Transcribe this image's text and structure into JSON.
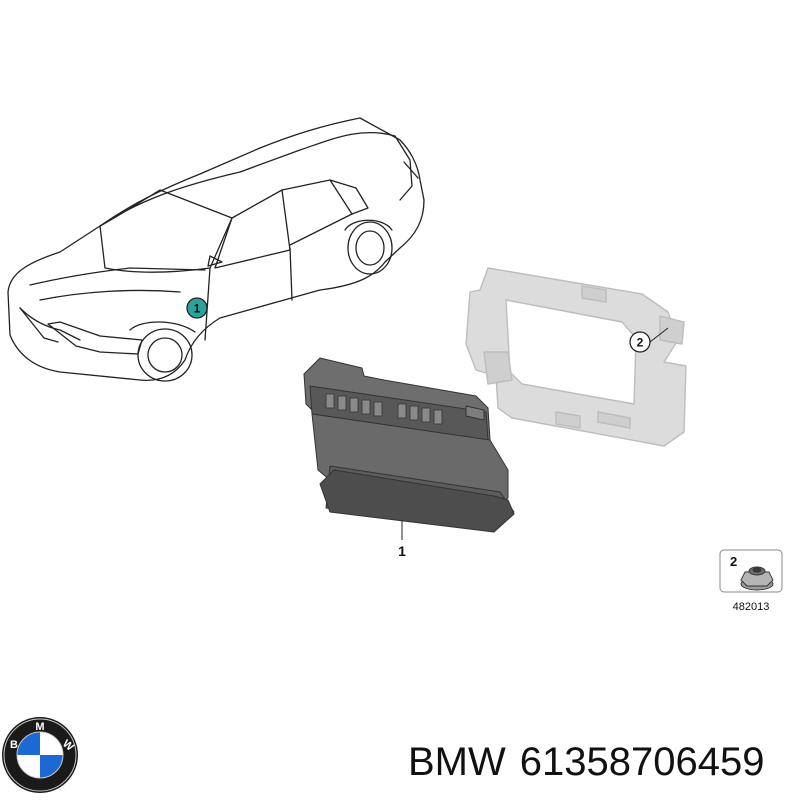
{
  "callouts": {
    "car_marker": "1",
    "bracket_marker": "2",
    "module_label": "1",
    "legend_number": "2",
    "legend_part_number": "482013"
  },
  "logo": {
    "text": "BMW",
    "colors": {
      "blue": "#1c69d4",
      "white": "#ffffff",
      "ring": "#1a1a1a"
    }
  },
  "footer": {
    "brand": "BMW",
    "part_number": "61358706459"
  },
  "colors": {
    "car_marker_fill": "#2aa39a",
    "module_dark": "#5a5a5a",
    "module_mid": "#7a7a7a",
    "bracket_fill": "#d8d8d8",
    "outline": "#222222"
  }
}
